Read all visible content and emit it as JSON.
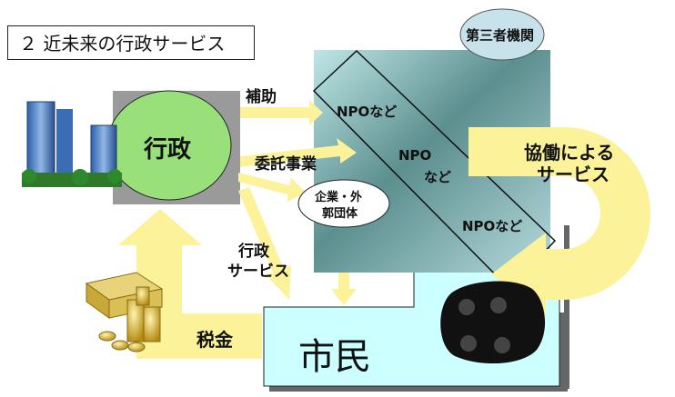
{
  "title": "２ 近未来の行政サービス",
  "third_party": "第三者機関",
  "government": "行政",
  "arrows": {
    "subsidy": "補助",
    "commission": "委託事業",
    "admin_service_line1": "行政",
    "admin_service_line2": "サービス",
    "tax": "税金"
  },
  "npo": {
    "top": "NPOなど",
    "middle_line1": "NPO",
    "middle_line2": "など",
    "bottom": "NPOなど"
  },
  "company": {
    "line1": "企業・外",
    "line2": "郭団体"
  },
  "collaboration": {
    "line1": "協働による",
    "line2": "サービス"
  },
  "citizens": "市民",
  "colors": {
    "government_fill": "#99e07a",
    "arrow_fill": "#fbf29a",
    "citizen_fill": "#ccffff",
    "third_party_fill": "#bde0ec"
  }
}
